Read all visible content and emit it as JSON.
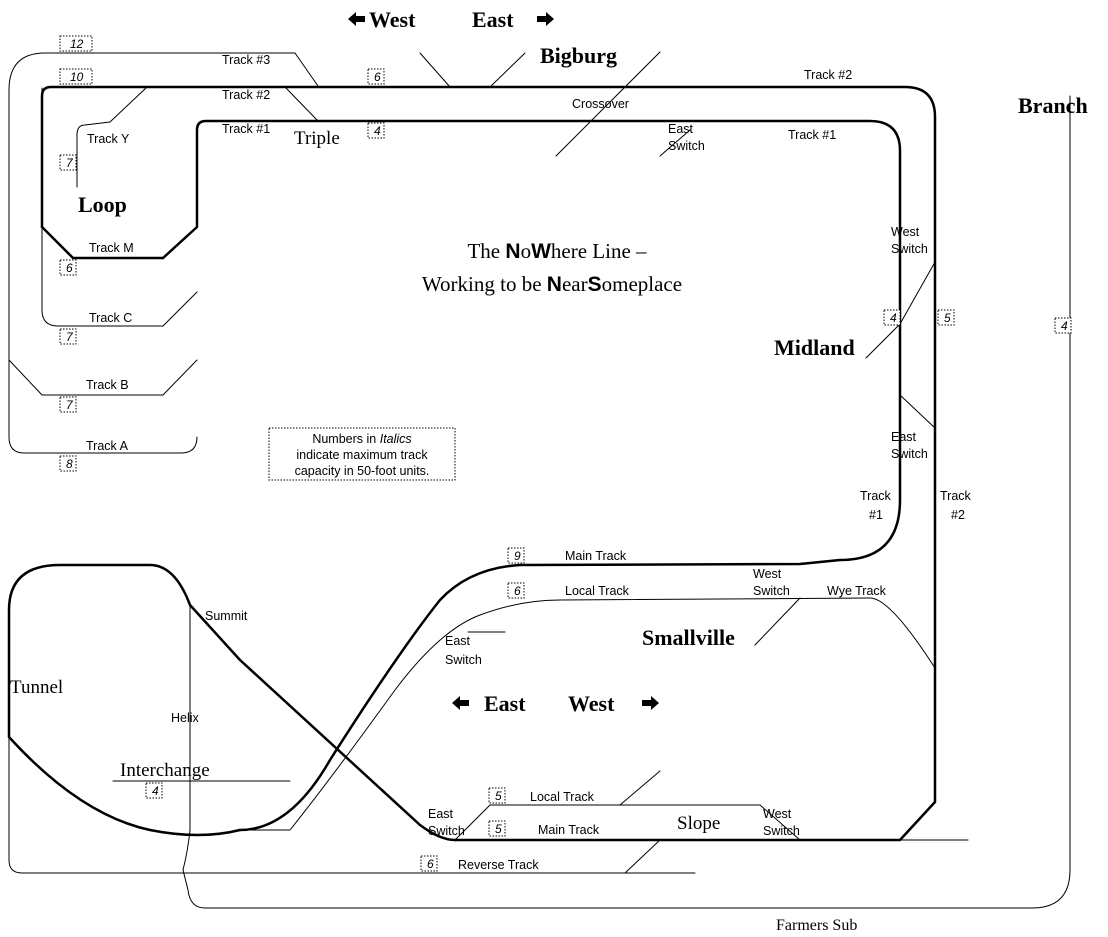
{
  "directions_top": {
    "west": "West",
    "east": "East"
  },
  "directions_bottom": {
    "east": "East",
    "west": "West"
  },
  "towns": {
    "bigburg": "Bigburg",
    "branch": "Branch",
    "loop": "Loop",
    "midland": "Midland",
    "smallville": "Smallville",
    "tunnel": "Tunnel",
    "interchange": "Interchange",
    "slope": "Slope",
    "triple": "Triple",
    "farmers_sub": "Farmers Sub"
  },
  "title": {
    "line1_pre": "The ",
    "line1_b1": "N",
    "line1_mid": "o",
    "line1_b2": "W",
    "line1_post": "here Line –",
    "line2_pre": "Working to be ",
    "line2_b1": "N",
    "line2_mid": "ear",
    "line2_b2": "S",
    "line2_post": "omeplace"
  },
  "note": {
    "line1_pre": "Numbers in ",
    "line1_italic": "Italics",
    "line2": "indicate maximum track",
    "line3": "capacity in 50-foot units."
  },
  "labels": {
    "track3": "Track #3",
    "track2_top": "Track #2",
    "track1_top": "Track #1",
    "track2_right": "Track #2",
    "track1_right": "Track #1",
    "crossover": "Crossover",
    "east_switch_big_1": "East",
    "east_switch_big_2": "Switch",
    "track_y": "Track Y",
    "track_m": "Track M",
    "track_c": "Track C",
    "track_b": "Track B",
    "track_a": "Track A",
    "west_switch_mid_1": "West",
    "west_switch_mid_2": "Switch",
    "east_switch_mid_1": "East",
    "east_switch_mid_2": "Switch",
    "track_1_mid_1": "Track",
    "track_1_mid_2": "#1",
    "track_2_mid_1": "Track",
    "track_2_mid_2": "#2",
    "main_track": "Main Track",
    "local_track": "Local Track",
    "west_switch_small_1": "West",
    "west_switch_small_2": "Switch",
    "wye_track": "Wye Track",
    "east_switch_small_1": "East",
    "east_switch_small_2": "Switch",
    "summit": "Summit",
    "helix": "Helix",
    "local_track_slope": "Local Track",
    "main_track_slope": "Main Track",
    "east_switch_slope_1": "East",
    "east_switch_slope_2": "Switch",
    "west_switch_slope_1": "West",
    "west_switch_slope_2": "Switch",
    "reverse_track": "Reverse Track"
  },
  "capacities": {
    "track12": "12",
    "track10": "10",
    "track7_y": "7",
    "track6_m": "6",
    "track7_c": "7",
    "track7_b": "7",
    "track8_a": "8",
    "bigburg6": "6",
    "bigburg4": "4",
    "midland4": "4",
    "midland5": "5",
    "branch4": "4",
    "main9": "9",
    "local6": "6",
    "interchange4": "4",
    "slope_local5": "5",
    "slope_main5": "5",
    "reverse6": "6"
  }
}
